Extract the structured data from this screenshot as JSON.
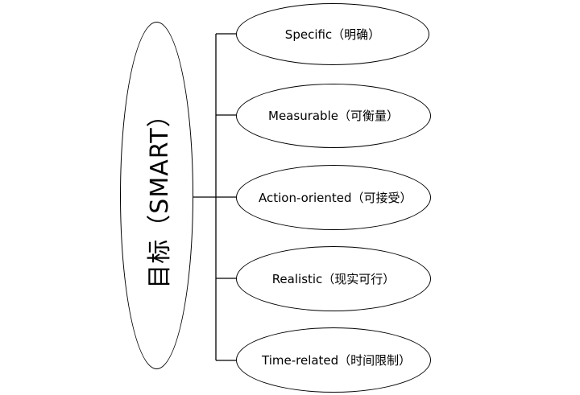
{
  "main": {
    "label": "目标（SMART）"
  },
  "nodes": [
    {
      "label": "Specific（明确）"
    },
    {
      "label": "Measurable（可衡量）"
    },
    {
      "label": "Action-oriented（可接受）"
    },
    {
      "label": "Realistic（现实可行）"
    },
    {
      "label": "Time-related（时间限制）"
    }
  ]
}
